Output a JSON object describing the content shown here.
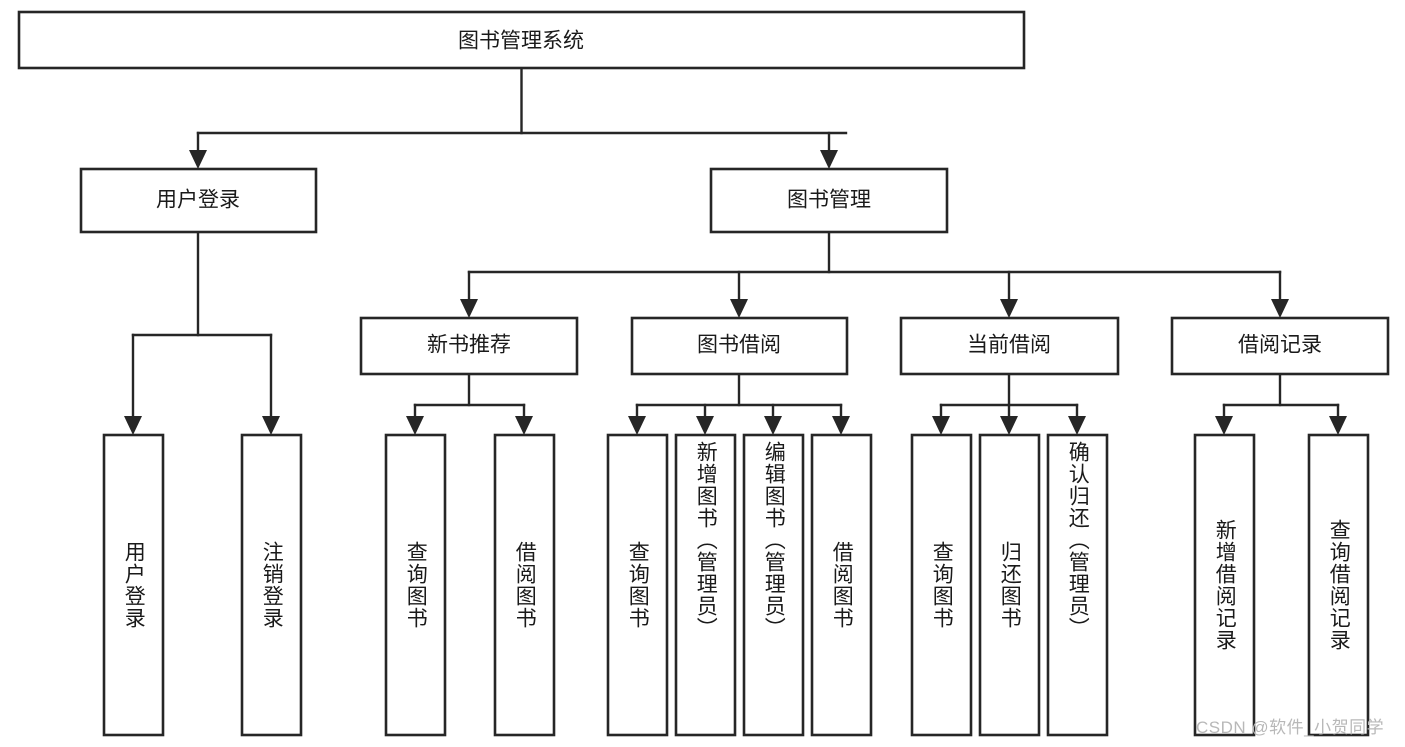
{
  "diagram": {
    "type": "tree-hierarchy",
    "title": "图书管理系统",
    "watermark": "CSDN @软件_小贺同学",
    "colors": {
      "box_stroke": "#262626",
      "box_fill": "#ffffff",
      "connector": "#262626",
      "text": "#1a1a1a",
      "watermark": "#b8b8b8",
      "background": "#ffffff"
    },
    "levels": {
      "root": {
        "label": "图书管理系统"
      },
      "level2": [
        {
          "label": "用户登录"
        },
        {
          "label": "图书管理"
        }
      ],
      "level3": [
        {
          "label": "新书推荐"
        },
        {
          "label": "图书借阅"
        },
        {
          "label": "当前借阅"
        },
        {
          "label": "借阅记录"
        }
      ],
      "leaves": {
        "user_login": [
          {
            "label": "用户登录"
          },
          {
            "label": "注销登录"
          }
        ],
        "new_book_recommend": [
          {
            "label": "查询图书"
          },
          {
            "label": "借阅图书"
          }
        ],
        "book_borrow": [
          {
            "label": "查询图书"
          },
          {
            "label": "新增图书（管理员）"
          },
          {
            "label": "编辑图书（管理员）"
          },
          {
            "label": "借阅图书"
          }
        ],
        "current_borrow": [
          {
            "label": "查询图书"
          },
          {
            "label": "归还图书"
          },
          {
            "label": "确认归还（管理员）"
          }
        ],
        "borrow_record": [
          {
            "label": "新增借阅记录"
          },
          {
            "label": "查询借阅记录"
          }
        ]
      }
    }
  }
}
